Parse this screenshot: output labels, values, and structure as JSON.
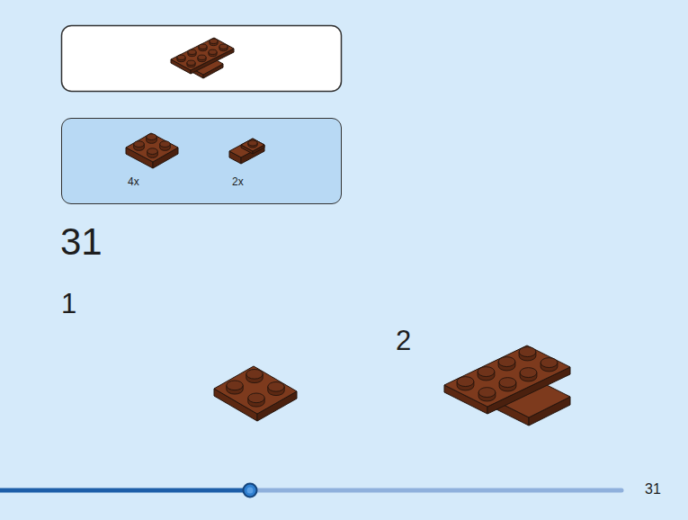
{
  "diagram": {
    "nodes": [
      {
        "text": [
          "4x",
          "2x"
        ]
      }
    ],
    "labels": [
      "31",
      "1",
      "2",
      "31"
    ]
  }
}
